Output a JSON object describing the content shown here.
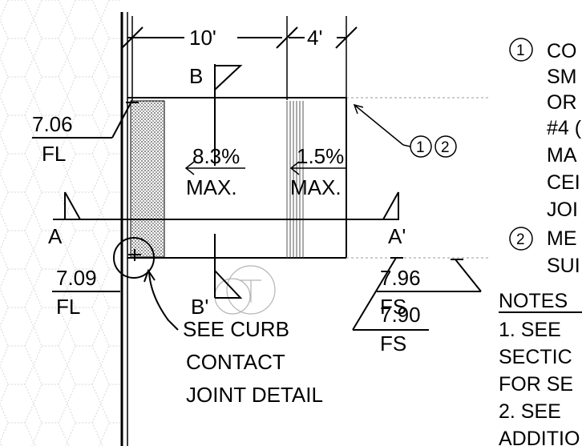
{
  "dimensions": {
    "width_left": "10'",
    "width_right": "4'"
  },
  "section_cuts": {
    "b_top": "B",
    "b_bottom": "B'",
    "a_left": "A",
    "a_right": "A'"
  },
  "slopes": {
    "left": {
      "value": "8.3%",
      "note": "MAX."
    },
    "right": {
      "value": "1.5%",
      "note": "MAX."
    }
  },
  "elevations": [
    {
      "value": "7.06",
      "code": "FL"
    },
    {
      "value": "7.09",
      "code": "FL"
    },
    {
      "value": "7.96",
      "code": "FS"
    },
    {
      "value": "7.90",
      "code": "FS"
    }
  ],
  "callout": {
    "lines": [
      "SEE CURB",
      "CONTACT",
      "JOINT DETAIL"
    ]
  },
  "keynote_refs": {
    "first": "1",
    "second": "2"
  },
  "keynotes": [
    {
      "number": "1",
      "lines": [
        "CO",
        "SM",
        "OR",
        "#4 (",
        "MA",
        "CEI",
        "JOI"
      ]
    },
    {
      "number": "2",
      "lines": [
        "ME",
        "SUI"
      ]
    }
  ],
  "notes": {
    "heading": "NOTES",
    "lines": [
      "1.  SEE",
      "SECTIC",
      "FOR SE",
      "2.  SEE",
      "ADDITIO"
    ]
  }
}
